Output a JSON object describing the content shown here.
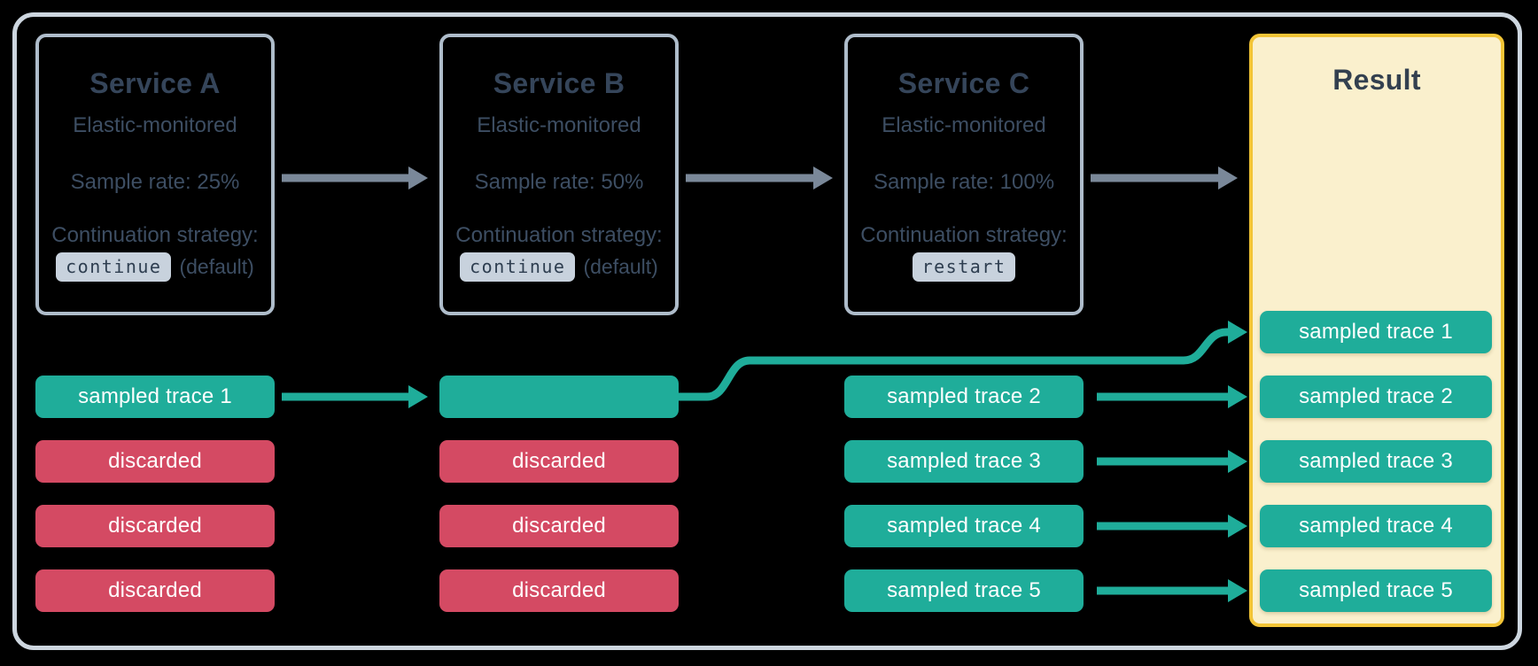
{
  "diagram": {
    "services": [
      {
        "title": "Service A",
        "monitoring": "Elastic-monitored",
        "sample_rate": "Sample rate: 25%",
        "strategy_label": "Continuation strategy:",
        "strategy_value": "continue",
        "strategy_note": "(default)"
      },
      {
        "title": "Service B",
        "monitoring": "Elastic-monitored",
        "sample_rate": "Sample rate: 50%",
        "strategy_label": "Continuation strategy:",
        "strategy_value": "continue",
        "strategy_note": "(default)"
      },
      {
        "title": "Service C",
        "monitoring": "Elastic-monitored",
        "sample_rate": "Sample rate: 100%",
        "strategy_label": "Continuation strategy:",
        "strategy_value": "restart",
        "strategy_note": ""
      }
    ],
    "trace_columns": {
      "service_a": [
        "sampled trace 1",
        "discarded",
        "discarded",
        "discarded"
      ],
      "service_b": [
        "",
        "discarded",
        "discarded",
        "discarded"
      ],
      "service_c": [
        "sampled trace 2",
        "sampled trace 3",
        "sampled trace 4",
        "sampled trace 5"
      ]
    },
    "result": {
      "title": "Result",
      "traces": [
        "sampled trace 1",
        "sampled trace 2",
        "sampled trace 3",
        "sampled trace 4",
        "sampled trace 5"
      ]
    },
    "colors": {
      "teal": "#1fad9a",
      "red": "#d44a63",
      "result_bg": "#faf0cd",
      "result_border": "#f2c436",
      "service_border": "#aebcca",
      "outer_border": "#cdd6df",
      "arrow_gray": "#7a8899",
      "title_text": "#35455a",
      "body_text": "#3d4e63",
      "badge_bg": "#c8d2dd",
      "badge_text": "#2e3e50",
      "trace_text": "#ffffff"
    }
  }
}
